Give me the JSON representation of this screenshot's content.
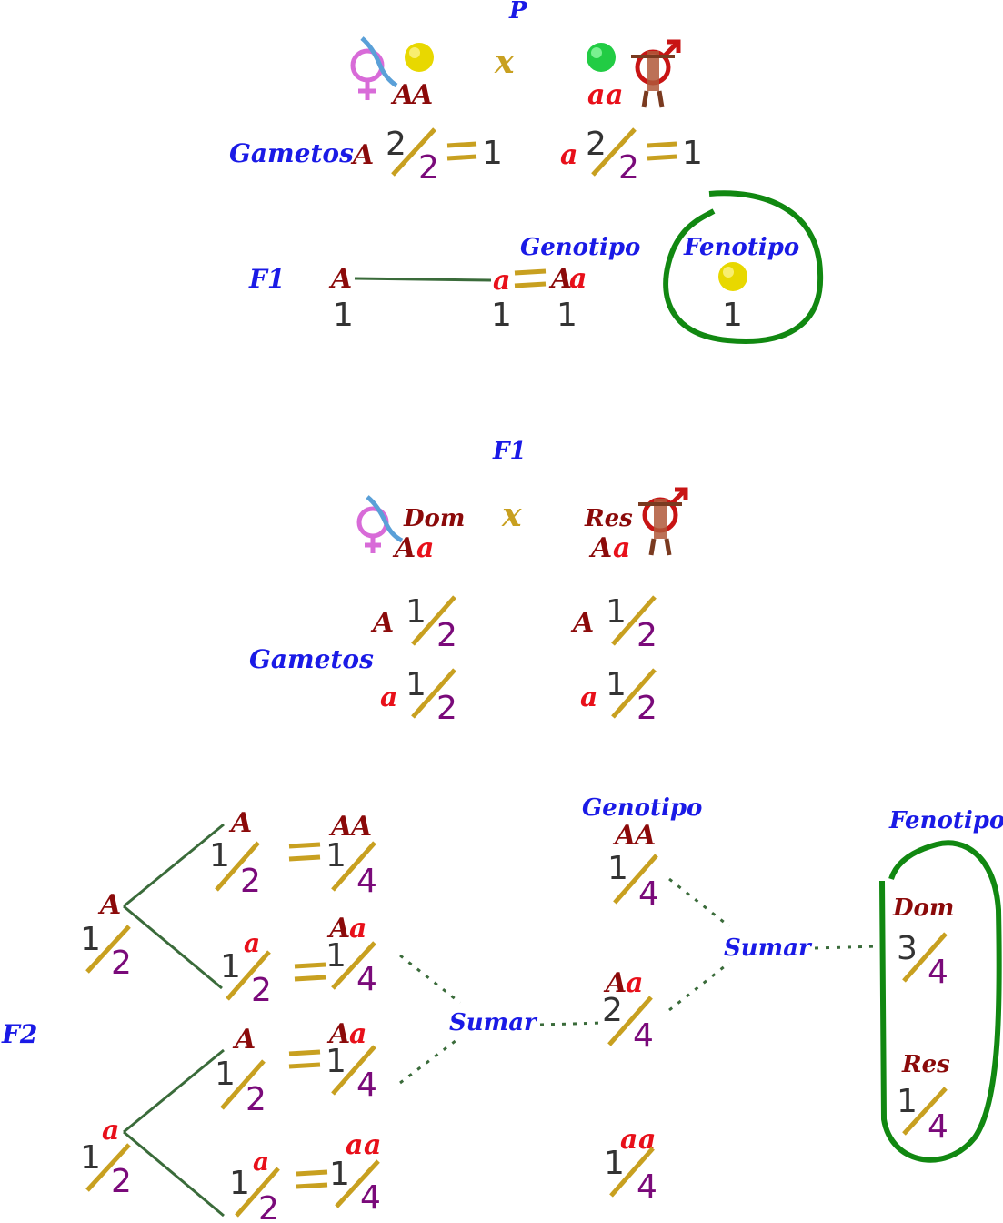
{
  "colors": {
    "label_blue": "#1a1ae6",
    "allele_dom": "#8b0a0a",
    "allele_rec": "#e8101a",
    "numerator": "#333333",
    "denominator": "#7a0a7a",
    "slash": "#c8a020",
    "tree_line": "#3a6b3a",
    "circle_green": "#118811",
    "female_pink": "#d86bd8",
    "male_red": "#c81414",
    "yellow_pea": "#e8d800",
    "green_pea": "#22cc44"
  },
  "labels": {
    "p": "P",
    "cross1": "x",
    "cross2": "x",
    "gametos1": "Gametos",
    "gametos2": "Gametos",
    "f1_row": "F1",
    "f1_title": "F1",
    "f2": "F2",
    "genotipo1": "Genotipo",
    "fenotipo1": "Fenotipo",
    "genotipo2": "Genotipo",
    "fenotipo2": "Fenotipo",
    "sumar1": "Sumar",
    "sumar2": "Sumar",
    "dom1": "Dom",
    "res1": "Res",
    "dom2": "Dom",
    "res2": "Res"
  },
  "p_section": {
    "female_genotype": [
      "A",
      "A"
    ],
    "male_genotype": [
      "a",
      "a"
    ],
    "gamete_female": {
      "allele": "A",
      "num": "2",
      "den": "2",
      "result": "1"
    },
    "gamete_male": {
      "allele": "a",
      "num": "2",
      "den": "2",
      "result": "1"
    },
    "f1_left_allele": "A",
    "f1_left_count": "1",
    "f1_right_allele": "a",
    "f1_right_count": "1",
    "f1_genotype": [
      "A",
      "a"
    ],
    "f1_genotype_count": "1",
    "f1_phenotype_count": "1"
  },
  "f1_section": {
    "female_genotype": [
      "A",
      "a"
    ],
    "male_genotype": [
      "A",
      "a"
    ],
    "gametes": [
      {
        "allele": "A",
        "num": "1",
        "den": "2"
      },
      {
        "allele": "a",
        "num": "1",
        "den": "2"
      },
      {
        "allele": "A",
        "num": "1",
        "den": "2"
      },
      {
        "allele": "a",
        "num": "1",
        "den": "2"
      }
    ]
  },
  "f2_section": {
    "roots": [
      {
        "allele": "A",
        "num": "1",
        "den": "2"
      },
      {
        "allele": "a",
        "num": "1",
        "den": "2"
      }
    ],
    "branches": [
      {
        "allele": "A",
        "num": "1",
        "den": "2",
        "genotype": [
          "A",
          "A"
        ],
        "rnum": "1",
        "rden": "4"
      },
      {
        "allele": "a",
        "num": "1",
        "den": "2",
        "genotype": [
          "A",
          "a"
        ],
        "rnum": "1",
        "rden": "4"
      },
      {
        "allele": "A",
        "num": "1",
        "den": "2",
        "genotype": [
          "A",
          "a"
        ],
        "rnum": "1",
        "rden": "4"
      },
      {
        "allele": "a",
        "num": "1",
        "den": "2",
        "genotype": [
          "a",
          "a"
        ],
        "rnum": "1",
        "rden": "4"
      }
    ],
    "genotypes": [
      {
        "genotype": [
          "A",
          "A"
        ],
        "num": "1",
        "den": "4"
      },
      {
        "genotype": [
          "A",
          "a"
        ],
        "num": "2",
        "den": "4"
      },
      {
        "genotype": [
          "a",
          "a"
        ],
        "num": "1",
        "den": "4"
      }
    ],
    "phenotypes": [
      {
        "num": "3",
        "den": "4"
      },
      {
        "num": "1",
        "den": "4"
      }
    ]
  }
}
